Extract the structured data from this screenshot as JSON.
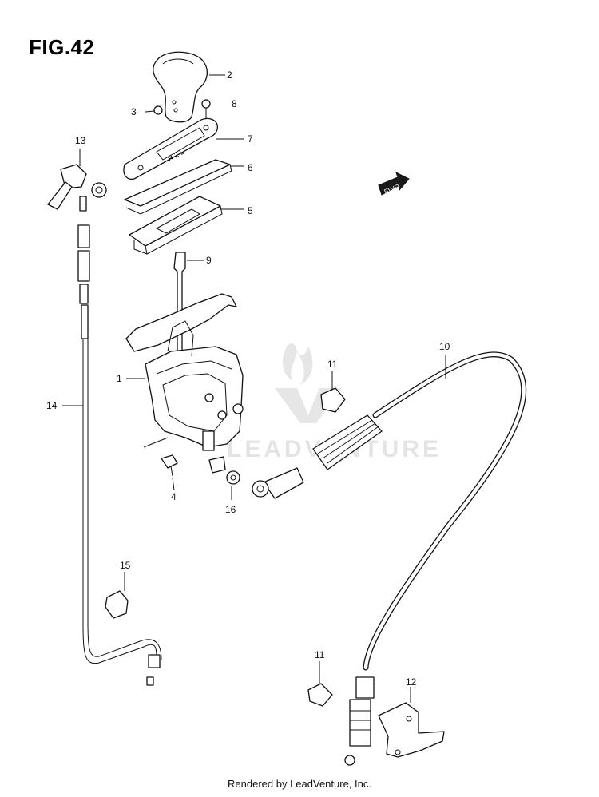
{
  "figure": {
    "title": "FIG.42",
    "fwd_label": "FWD"
  },
  "watermark": {
    "text": "LEADVENTURE"
  },
  "callouts": [
    {
      "id": "1",
      "label": "1"
    },
    {
      "id": "2",
      "label": "2"
    },
    {
      "id": "3",
      "label": "3"
    },
    {
      "id": "4",
      "label": "4"
    },
    {
      "id": "5",
      "label": "5"
    },
    {
      "id": "6",
      "label": "6"
    },
    {
      "id": "7",
      "label": "7"
    },
    {
      "id": "8",
      "label": "8"
    },
    {
      "id": "9",
      "label": "9"
    },
    {
      "id": "10",
      "label": "10"
    },
    {
      "id": "11a",
      "label": "11"
    },
    {
      "id": "11b",
      "label": "11"
    },
    {
      "id": "12",
      "label": "12"
    },
    {
      "id": "13",
      "label": "13"
    },
    {
      "id": "14",
      "label": "14"
    },
    {
      "id": "15",
      "label": "15"
    },
    {
      "id": "16",
      "label": "16"
    }
  ],
  "footer": {
    "text": "Rendered by LeadVenture, Inc."
  }
}
